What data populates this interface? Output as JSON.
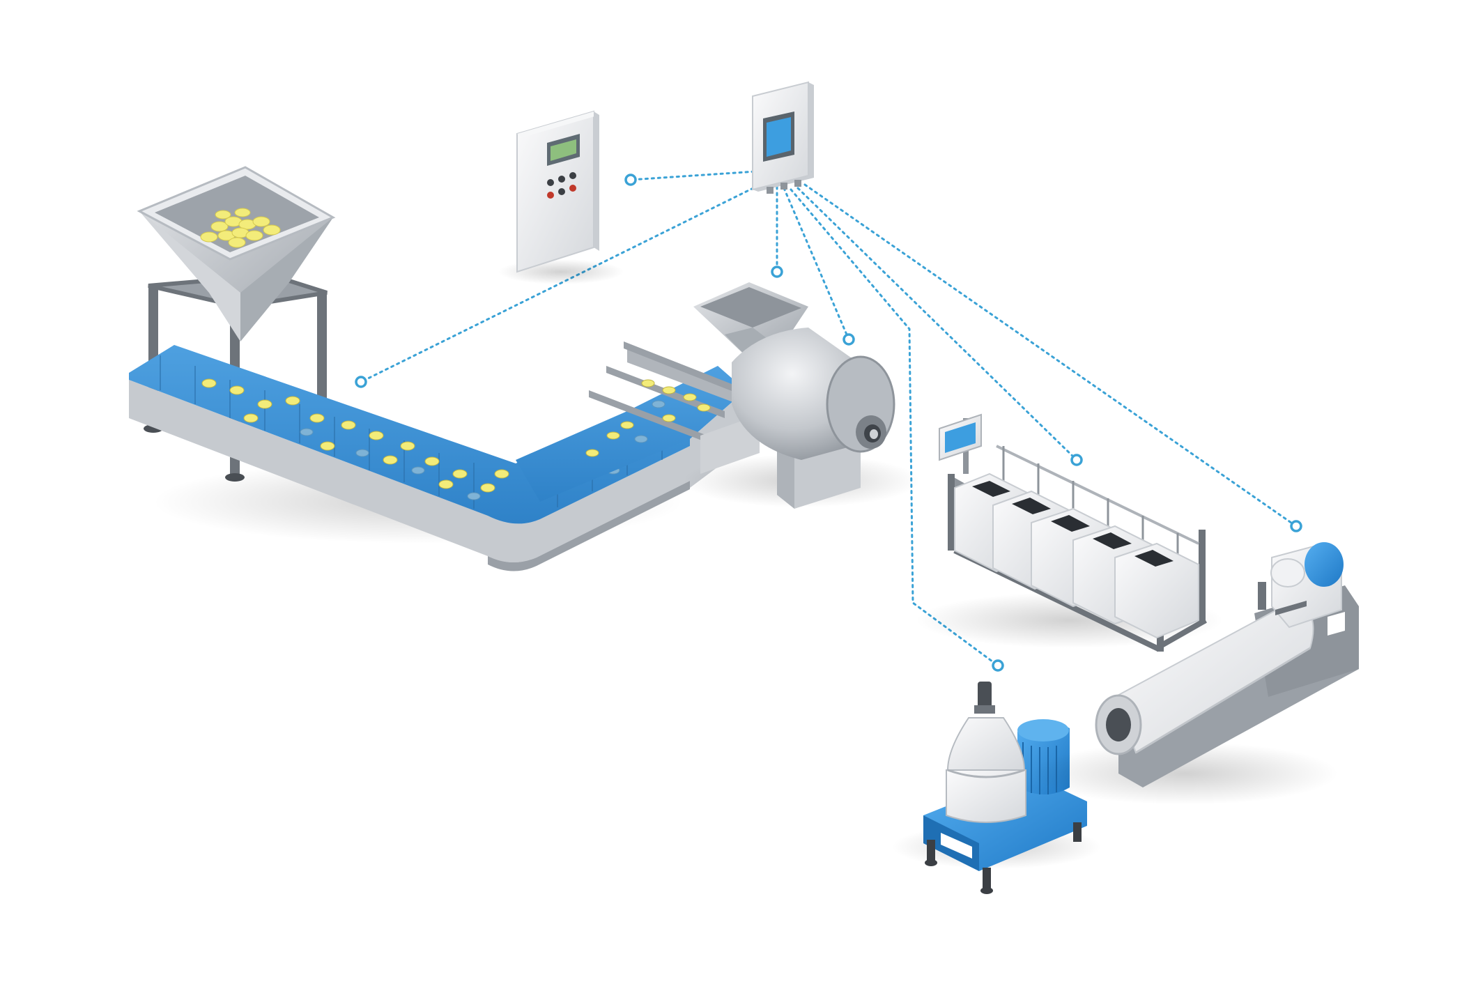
{
  "colors": {
    "background": "#ffffff",
    "accent_blue": "#2f8fd6",
    "belt_blue": "#3b8fd4",
    "steel": "#b9bdc3",
    "steel_dark": "#8f959c",
    "panel_white": "#eef0f2",
    "product_yellow": "#f3ec7a",
    "screen_green": "#8ebf7e",
    "screen_blue": "#3d9ee0",
    "link_line": "#3aa2d6"
  },
  "icons": [
    "control-cabinet-icon",
    "wall-controller-icon",
    "feed-hopper-icon",
    "conveyor-belt-icon",
    "incline-conveyor-icon",
    "drum-grinder-icon",
    "filling-station-icon",
    "centrifuge-separator-icon",
    "screw-conveyor-icon"
  ],
  "hub": "wall-controller",
  "connections": [
    {
      "from": "wall-controller",
      "to": "control-cabinet"
    },
    {
      "from": "wall-controller",
      "to": "conveyor-belt"
    },
    {
      "from": "wall-controller",
      "to": "drum-grinder"
    },
    {
      "from": "wall-controller",
      "to": "drum-grinder"
    },
    {
      "from": "wall-controller",
      "to": "filling-station"
    },
    {
      "from": "wall-controller",
      "to": "centrifuge-separator"
    },
    {
      "from": "wall-controller",
      "to": "screw-conveyor"
    }
  ]
}
